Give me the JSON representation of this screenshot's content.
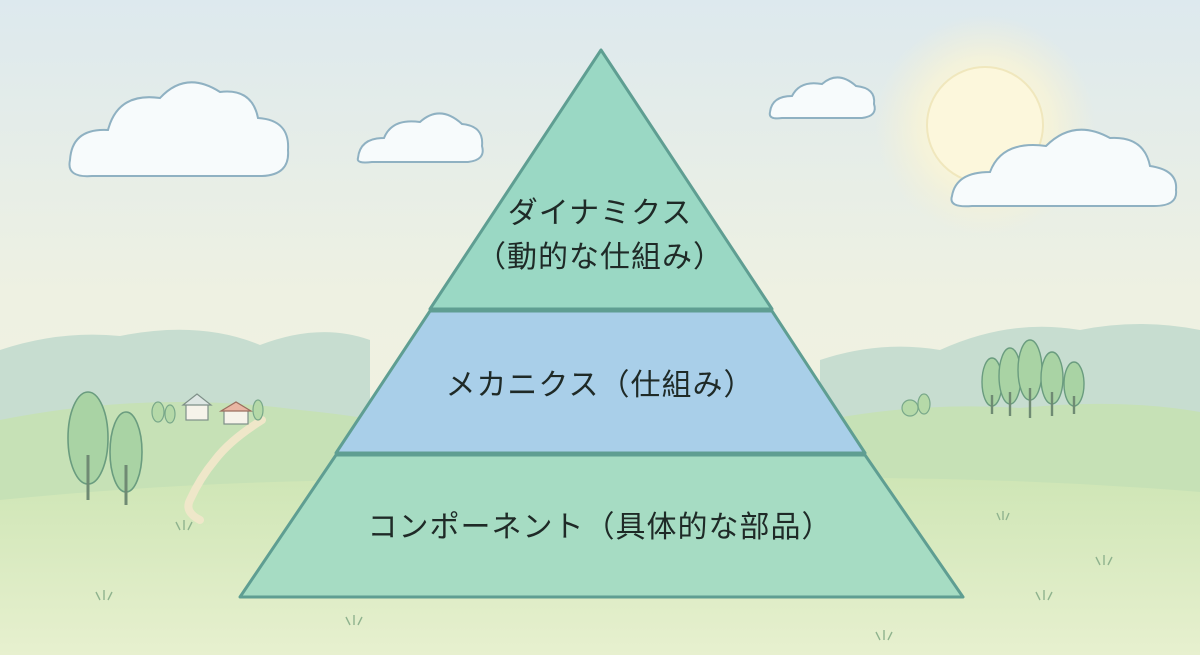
{
  "pyramid": {
    "levels": [
      {
        "line1": "ダイナミクス",
        "line2": "（動的な仕組み）",
        "fill": "#9ad8c4"
      },
      {
        "line1": "メカニクス（仕組み）",
        "fill": "#a9cfe9"
      },
      {
        "line1": "コンポーネント（具体的な部品）",
        "fill": "#a6dcc3"
      }
    ]
  },
  "colors": {
    "sky_top": "#dfeaee",
    "sky_bottom": "#f3f1dc",
    "outline": "#5f9e92",
    "grass": "#c8e3ad",
    "hills": "#a8cdb8",
    "sun": "#fbf6d6"
  }
}
